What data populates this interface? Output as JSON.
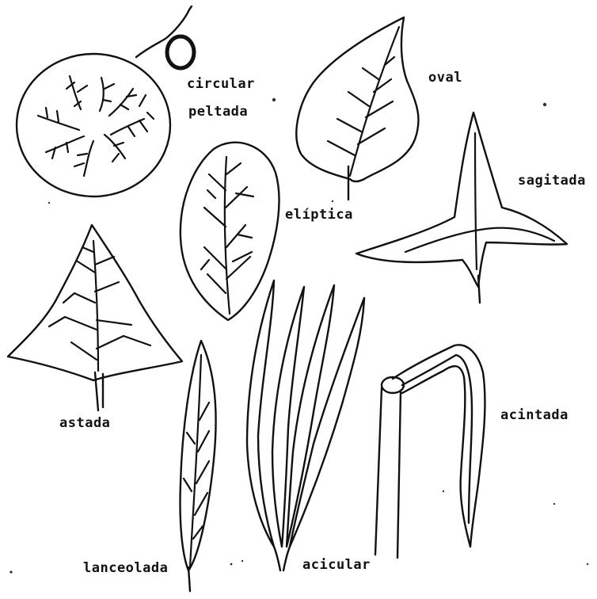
{
  "labels": {
    "circular": "circular",
    "peltada": "peltada",
    "oval": "oval",
    "sagitada": "sagitada",
    "eliptica": "elíptica",
    "astada": "astada",
    "acintada": "acintada",
    "lanceolada": "lanceolada",
    "acicular": "acicular"
  },
  "colors": {
    "ink": "#111111",
    "paper": "#ffffff"
  }
}
